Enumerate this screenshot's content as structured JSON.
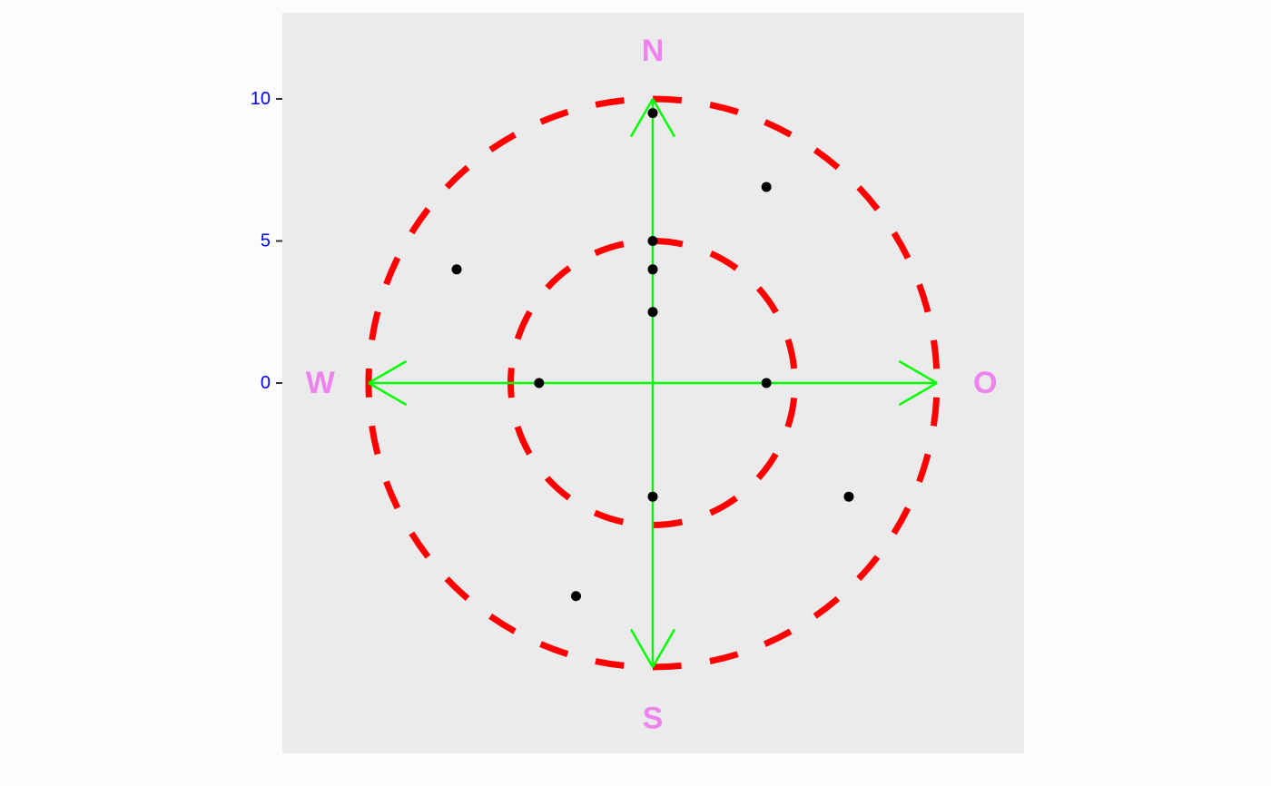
{
  "chart_data": {
    "type": "scatter",
    "title": "",
    "xlabel": "",
    "ylabel": "",
    "xlim": [
      -13,
      13
    ],
    "ylim": [
      -13,
      13
    ],
    "grid": false,
    "panel_color": "#ebebeb",
    "y_ticks": [
      {
        "value": 10,
        "label": "10"
      },
      {
        "value": 5,
        "label": "5"
      },
      {
        "value": 0,
        "label": "0"
      }
    ],
    "circles": [
      {
        "radius": 10,
        "color": "#ff0000",
        "style": "dashed"
      },
      {
        "radius": 5,
        "color": "#ff0000",
        "style": "dashed"
      }
    ],
    "arrows": {
      "color": "#00ff00",
      "directions": [
        "N",
        "S",
        "W",
        "O"
      ],
      "length": 10
    },
    "compass_labels": [
      {
        "label": "N",
        "x": 0,
        "y": 11.7
      },
      {
        "label": "S",
        "x": 0,
        "y": -11.8
      },
      {
        "label": "W",
        "x": -11.7,
        "y": 0
      },
      {
        "label": "O",
        "x": 11.7,
        "y": 0
      }
    ],
    "label_color": "#ee82ee",
    "tick_label_color": "#0000ff",
    "point_color": "#000000",
    "points": [
      {
        "x": 0,
        "y": 9.5
      },
      {
        "x": 4,
        "y": 6.9
      },
      {
        "x": -6.9,
        "y": 4
      },
      {
        "x": 0,
        "y": 5
      },
      {
        "x": 0,
        "y": 4
      },
      {
        "x": 0,
        "y": 2.5
      },
      {
        "x": -4,
        "y": 0
      },
      {
        "x": 4,
        "y": 0
      },
      {
        "x": 0,
        "y": -4
      },
      {
        "x": 6.9,
        "y": -4
      },
      {
        "x": -2.7,
        "y": -7.5
      }
    ]
  }
}
